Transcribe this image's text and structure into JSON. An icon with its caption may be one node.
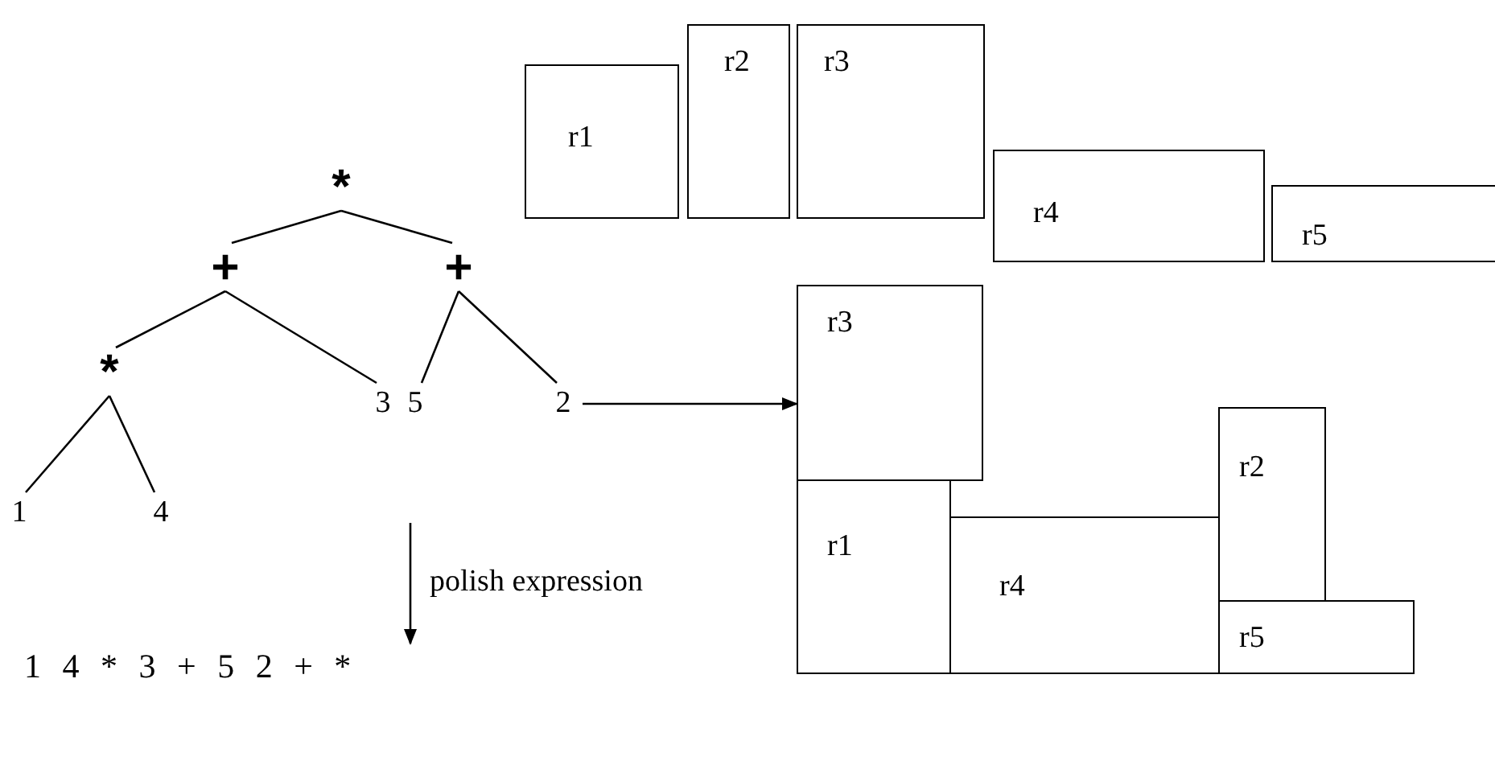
{
  "diagram": {
    "nodes": [
      {
        "text": [
          "*"
        ]
      },
      {
        "text": [
          "+"
        ]
      },
      {
        "text": [
          "+"
        ]
      },
      {
        "text": [
          "*"
        ]
      },
      {
        "text": [
          "3"
        ]
      },
      {
        "text": [
          "5"
        ]
      },
      {
        "text": [
          "2"
        ]
      },
      {
        "text": [
          "1"
        ]
      },
      {
        "text": [
          "4"
        ]
      },
      {
        "text": [
          "1 4 * 3 + 5 2 + *"
        ]
      },
      {
        "text": [
          "r1"
        ]
      },
      {
        "text": [
          "r2"
        ]
      },
      {
        "text": [
          "r3"
        ]
      },
      {
        "text": [
          "r4"
        ]
      },
      {
        "text": [
          "r5"
        ]
      },
      {
        "text": [
          "r3"
        ]
      },
      {
        "text": [
          "r1"
        ]
      },
      {
        "text": [
          "r4"
        ]
      },
      {
        "text": [
          "r2"
        ]
      },
      {
        "text": [
          "r5"
        ]
      }
    ],
    "edges": [
      {
        "from": 0,
        "to": 1,
        "arrow": "none"
      },
      {
        "from": 0,
        "to": 2,
        "arrow": "none"
      },
      {
        "from": 1,
        "to": 3,
        "arrow": "none"
      },
      {
        "from": 1,
        "to": 4,
        "arrow": "none"
      },
      {
        "from": 2,
        "to": 5,
        "arrow": "none"
      },
      {
        "from": 2,
        "to": 6,
        "arrow": "none"
      },
      {
        "from": 3,
        "to": 7,
        "arrow": "none"
      },
      {
        "from": 3,
        "to": 8,
        "arrow": "none"
      },
      {
        "from": null,
        "to": 9,
        "arrow": "to",
        "label": "polish expression"
      },
      {
        "from": 6,
        "to": 15,
        "arrow": "to"
      }
    ]
  }
}
